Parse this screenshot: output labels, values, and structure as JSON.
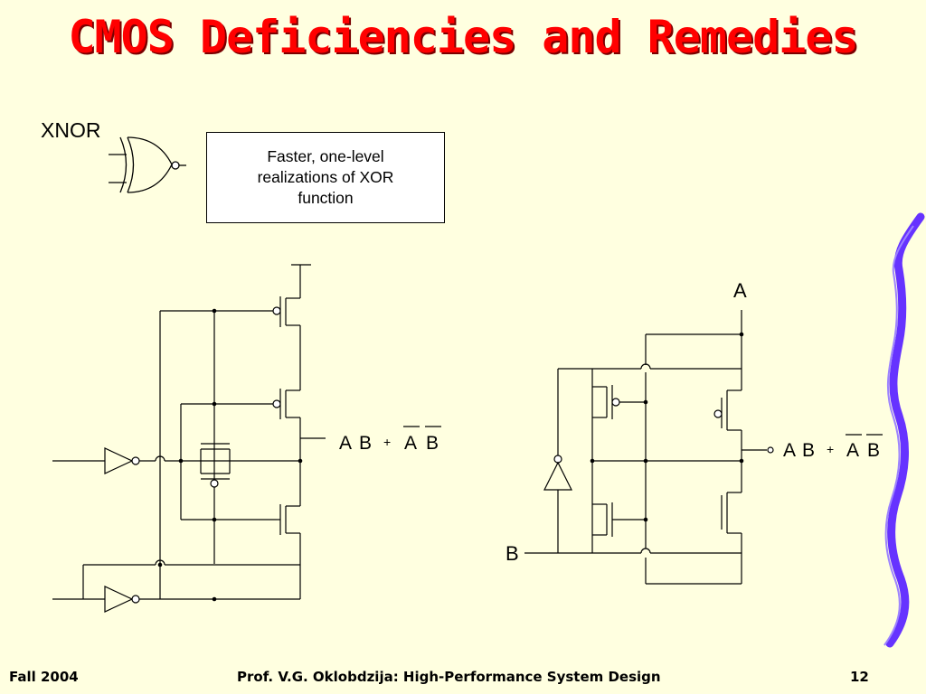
{
  "slide": {
    "title": "CMOS Deficiencies and Remedies",
    "gate_label": "XNOR",
    "callout": "Faster, one-level realizations of XOR function"
  },
  "left_circuit": {
    "output_expr": {
      "t1": "A",
      "t2": "B",
      "op": "+",
      "t3": "A",
      "t4": "B"
    }
  },
  "right_circuit": {
    "input_a": "A",
    "input_b": "B",
    "output_expr": {
      "t1": "A",
      "t2": "B",
      "op": "+",
      "t3": "A",
      "t4": "B"
    }
  },
  "footer": {
    "left": "Fall 2004",
    "center": "Prof. V.G. Oklobdzija: High-Performance System Design",
    "page_number": "12"
  },
  "colors": {
    "title": "#FF0000",
    "background": "#FFFFE0",
    "ribbon": "#6633FF"
  }
}
